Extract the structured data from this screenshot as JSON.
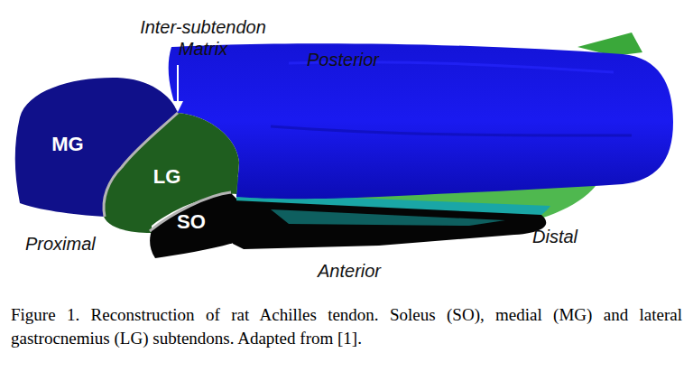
{
  "diagram": {
    "caption": "Figure 1. Reconstruction of rat Achilles tendon. Soleus (SO), medial (MG) and lateral gastrocnemius (LG) subtendons. Adapted from [1].",
    "nodes": [
      {
        "text": [
          "MG"
        ]
      },
      {
        "text": [
          "LG"
        ]
      },
      {
        "text": [
          "SO"
        ]
      }
    ],
    "labels": [
      "Inter-subtendon Matrix",
      "Posterior",
      "Proximal",
      "Anterior",
      "Distal"
    ]
  }
}
